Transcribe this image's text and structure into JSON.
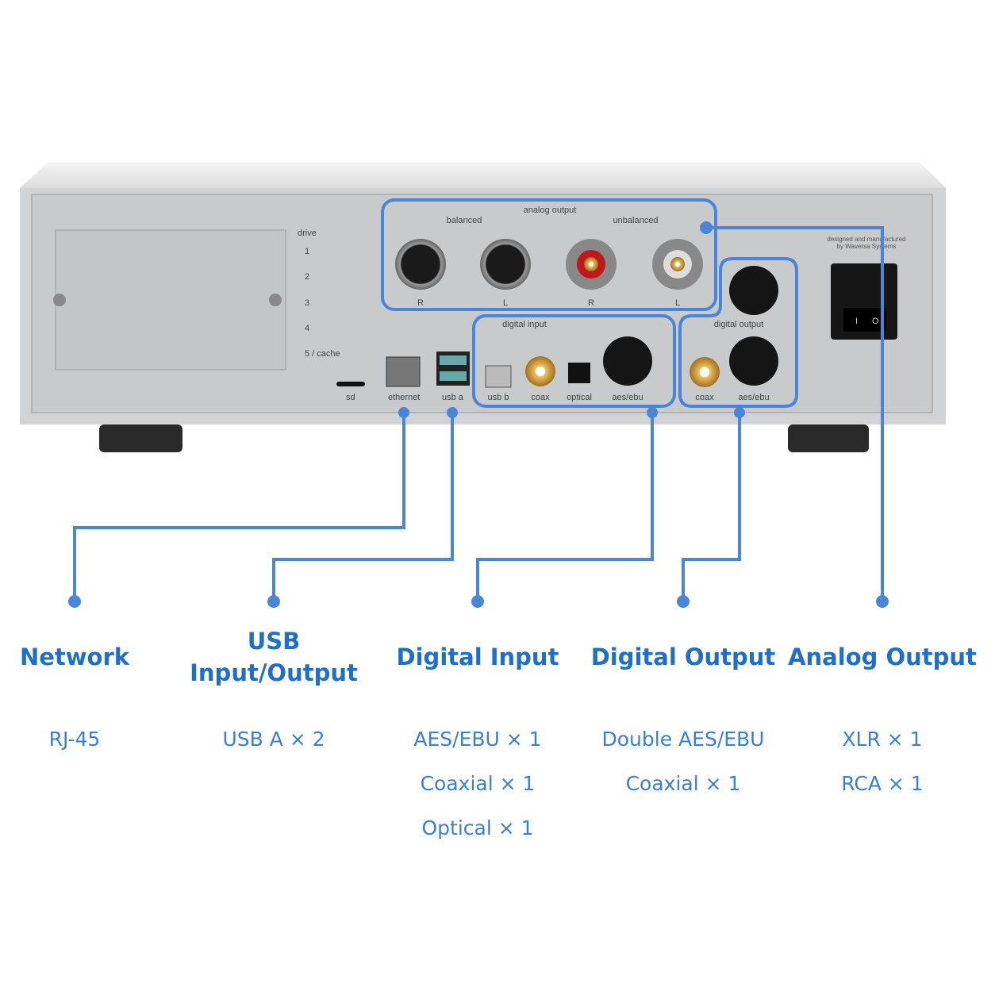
{
  "panel": {
    "drive_label": "drive",
    "drive_numbers": [
      "1",
      "2",
      "3",
      "4",
      "5 / cache"
    ],
    "sd": "sd",
    "ethernet": "ethernet",
    "usb_a": "usb a",
    "analog_output": "analog output",
    "balanced": "balanced",
    "unbalanced": "unbalanced",
    "channels": [
      "R",
      "L",
      "R",
      "L"
    ],
    "digital_input": "digital input",
    "usb_b": "usb b",
    "coax": "coax",
    "optical": "optical",
    "aes_ebu": "aes/ebu",
    "digital_output": "digital output",
    "maker_line1": "designed and manufactured",
    "maker_line2": "by Waversa Systems",
    "switch_on": "I",
    "switch_off": "O"
  },
  "colors": {
    "accent": "#4a86d8",
    "heading": "#1f6fc8"
  },
  "callouts": [
    {
      "title": "Network",
      "specs": [
        "RJ-45"
      ]
    },
    {
      "title_line1": "USB",
      "title_line2": "Input/Output",
      "specs": [
        "USB A × 2"
      ]
    },
    {
      "title": "Digital Input",
      "specs": [
        "AES/EBU × 1",
        "Coaxial × 1",
        "Optical × 1"
      ]
    },
    {
      "title": "Digital Output",
      "specs": [
        "Double AES/EBU",
        "Coaxial × 1"
      ]
    },
    {
      "title": "Analog Output",
      "specs": [
        "XLR × 1",
        "RCA × 1"
      ]
    }
  ]
}
